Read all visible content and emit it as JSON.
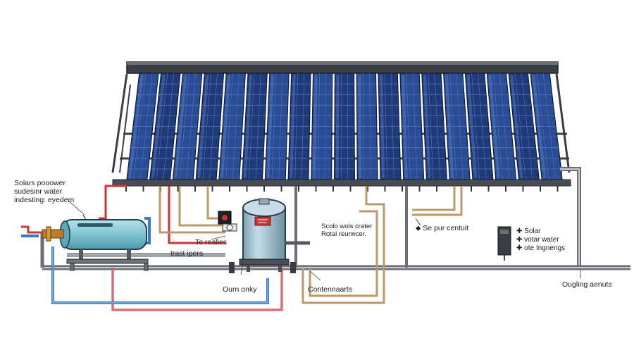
{
  "diagram": {
    "colors": {
      "panel_dark": "#1e3a78",
      "panel_light": "#4f73c4",
      "frame": "#3a3d44",
      "pipe_red": "#c9363a",
      "pipe_blue": "#3a78c8",
      "pipe_gray": "#6b6e74",
      "pipe_tan": "#b99a68",
      "tank_body": "#a9c9d8",
      "heater_body": "#7fc3d2"
    },
    "labels": {
      "system": [
        "Solars pooower",
        "sudesinr water",
        "indesting: eyedem"
      ],
      "trast_ipers": "trast ipers",
      "te_reales": "Te realles",
      "ourn_onky": "Ourn onky",
      "tank_note": [
        "Scolo wols crater",
        "Rotal reurwcer."
      ],
      "se_pur_centuit": "Se pur centuit",
      "contennaarts": "Contennaarts",
      "legend_items": [
        "Solar",
        "votar water",
        "ote Ingnengs"
      ],
      "ougling_aenuts": "Ougling aenuts"
    },
    "icons": {
      "heater": "water-heater-icon",
      "tank": "storage-tank-icon",
      "pump": "pump-icon",
      "controller": "controller-box-icon"
    }
  }
}
